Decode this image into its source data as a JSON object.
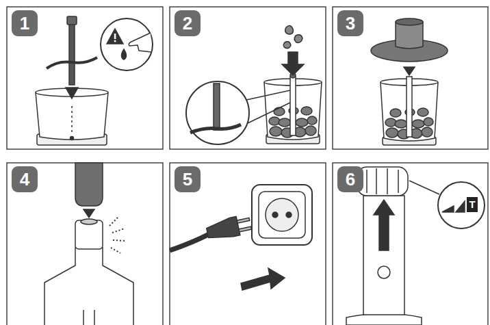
{
  "diagram": {
    "nodes": [
      {
        "text": [
          "1"
        ]
      },
      {
        "text": [
          "2"
        ]
      },
      {
        "text": [
          "3"
        ]
      },
      {
        "text": [
          "4"
        ]
      },
      {
        "text": [
          "5"
        ]
      },
      {
        "text": [
          "6"
        ]
      }
    ],
    "labels": [
      "T"
    ]
  }
}
